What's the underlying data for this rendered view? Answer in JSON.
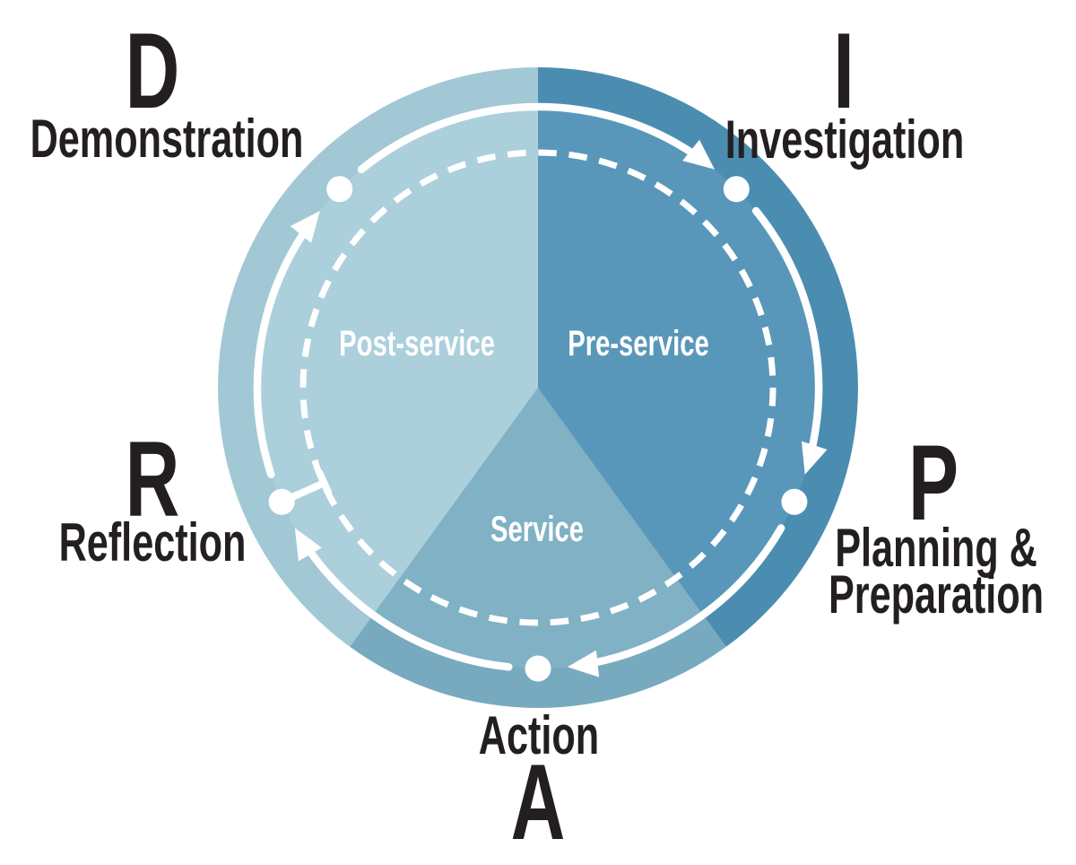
{
  "stages": [
    {
      "letter": "D",
      "name": "Demonstration"
    },
    {
      "letter": "I",
      "name": "Investigation"
    },
    {
      "letter": "P",
      "name_line1": "Planning &",
      "name_line2": "Preparation"
    },
    {
      "letter": "A",
      "name": "Action"
    },
    {
      "letter": "R",
      "name": "Reflection"
    }
  ],
  "phases": [
    {
      "name": "Post-service"
    },
    {
      "name": "Pre-service"
    },
    {
      "name": "Service"
    }
  ],
  "colors": {
    "background": "#ffffff",
    "ring_post": "#a2c8d6",
    "ring_pre": "#4b8db0",
    "ring_service": "#78aabf",
    "pie_post": "#accfdc",
    "pie_pre": "#5997ba",
    "pie_service": "#81b1c5",
    "track_white": "#ffffff",
    "label_black": "#231f20"
  }
}
